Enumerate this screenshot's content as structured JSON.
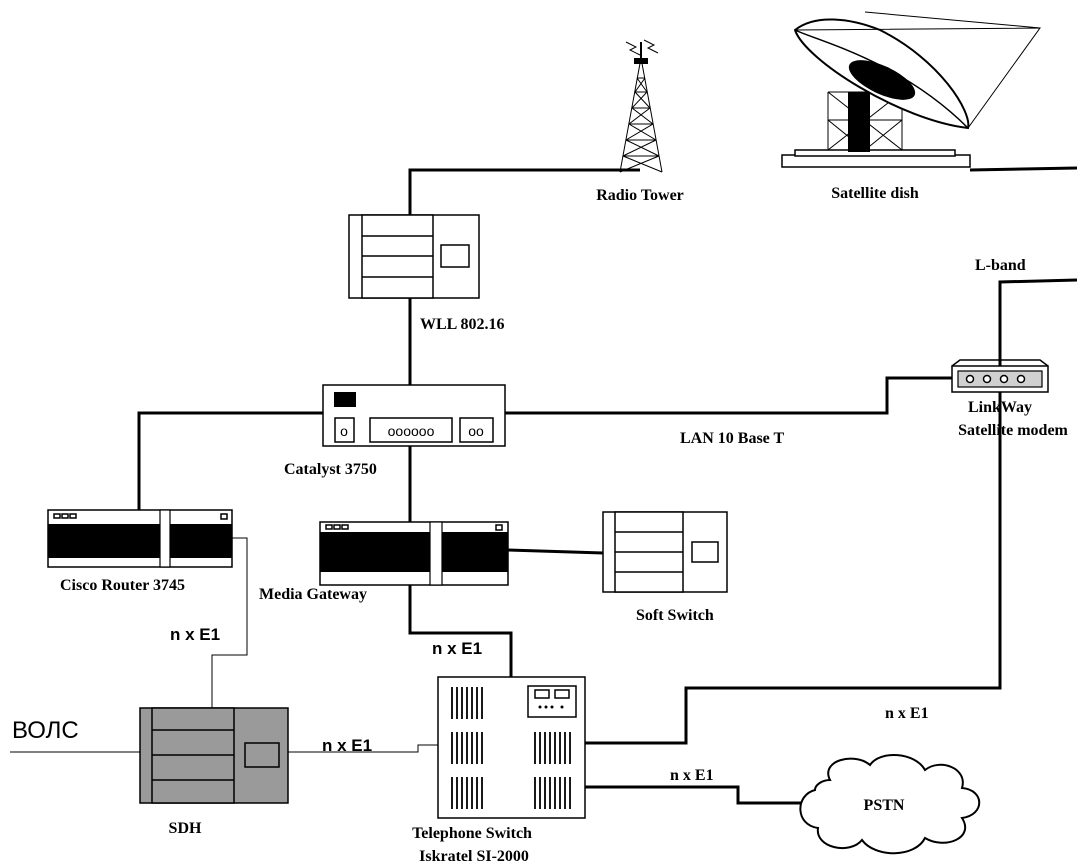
{
  "labels": {
    "radio_tower": "Radio Tower",
    "satellite_dish": "Satellite dish",
    "l_band": "L-band",
    "wll": "WLL 802.16",
    "linkway_1": "LinkWay",
    "linkway_2": "Satellite modem",
    "lan": "LAN 10 Base T",
    "catalyst": "Catalyst 3750",
    "cisco_router": "Cisco Router 3745",
    "media_gateway": "Media Gateway",
    "soft_switch": "Soft Switch",
    "nxe1_router_sdh": "n x E1",
    "nxe1_mg_switch": "n x E1",
    "nxe1_sdh_switch": "n x E1",
    "nxe1_switch_modem": "n x E1",
    "nxe1_switch_pstn": "n x E1",
    "volc": "ВОЛС",
    "sdh": "SDH",
    "telephone_switch_1": "Telephone Switch",
    "telephone_switch_2": "Iskratel SI-2000",
    "pstn": "PSTN",
    "catalyst_ports": "oooooo",
    "catalyst_port_left": "o",
    "catalyst_port_right": "oo"
  }
}
